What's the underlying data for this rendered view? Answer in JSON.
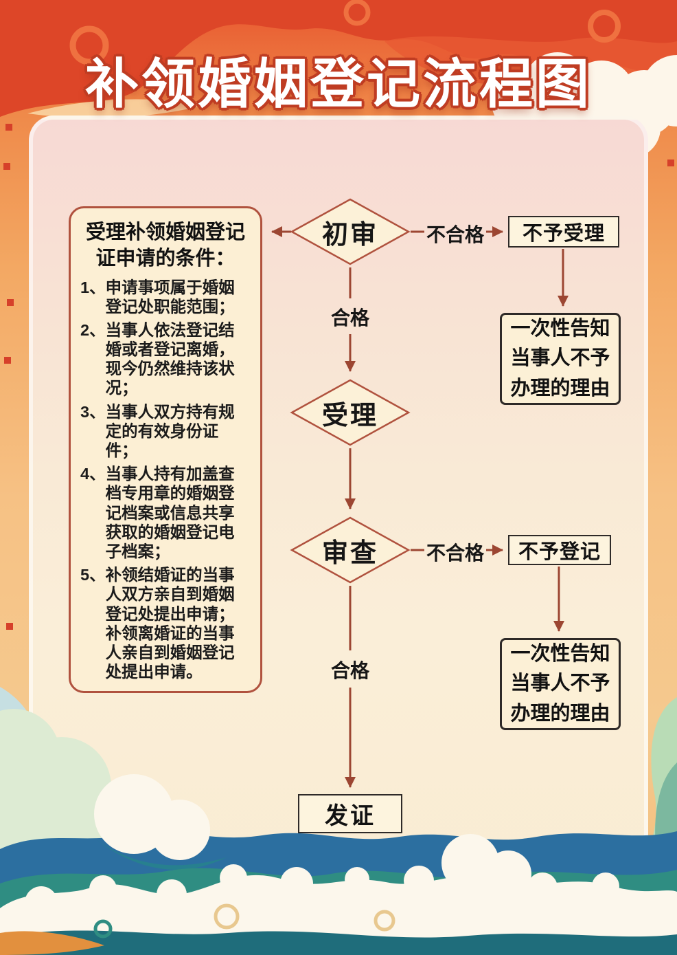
{
  "title": "补领婚姻登记流程图",
  "conditions": {
    "heading": "受理补领婚姻登记\n证申请的条件：",
    "items": [
      {
        "num": "1、",
        "text": "申请事项属于婚姻登记处职能范围；"
      },
      {
        "num": "2、",
        "text": "当事人依法登记结婚或者登记离婚，现今仍然维持该状况；"
      },
      {
        "num": "3、",
        "text": "当事人双方持有规定的有效身份证件；"
      },
      {
        "num": "4、",
        "text": "当事人持有加盖查档专用章的婚姻登记档案或信息共享获取的婚姻登记电子档案；"
      },
      {
        "num": "5、",
        "text": "补领结婚证的当事人双方亲自到婚姻登记处提出申请；补领离婚证的当事人亲自到婚姻登记处提出申请。"
      }
    ]
  },
  "nodes": {
    "initial_review": "初审",
    "accept": "受理",
    "review": "审查",
    "issue": "发证",
    "not_accepted": "不予受理",
    "not_registered": "不予登记",
    "notice_top": "一次性告知\n当事人不予\n办理的理由",
    "notice_bottom": "一次性告知\n当事人不予\n办理的理由"
  },
  "labels": {
    "qualified_top": "合格",
    "unqualified_top": "不合格",
    "qualified_bottom": "合格",
    "unqualified_bottom": "不合格"
  },
  "colors": {
    "accent_red": "#dd4628",
    "arrow": "#9c4632",
    "diamond_border": "#b0523e",
    "box_fill": "#fcefd4",
    "wave_blue": "#2c6fa0",
    "wave_teal": "#2f8d82"
  }
}
